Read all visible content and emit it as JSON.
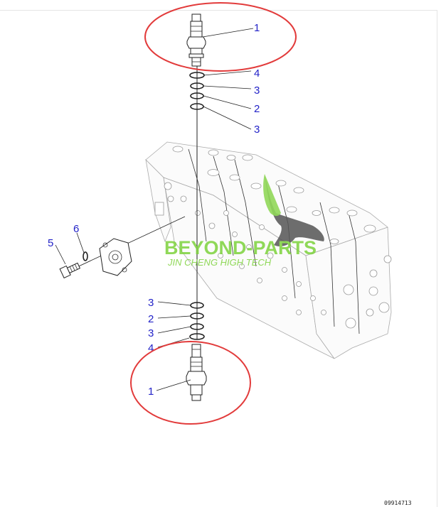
{
  "callouts": [
    {
      "id": "c1-top",
      "text": "1"
    },
    {
      "id": "c4-top",
      "text": "4"
    },
    {
      "id": "c3a-top",
      "text": "3"
    },
    {
      "id": "c2-top",
      "text": "2"
    },
    {
      "id": "c3b-top",
      "text": "3"
    },
    {
      "id": "c5",
      "text": "5"
    },
    {
      "id": "c6",
      "text": "6"
    },
    {
      "id": "c3a-bot",
      "text": "3"
    },
    {
      "id": "c2-bot",
      "text": "2"
    },
    {
      "id": "c3b-bot",
      "text": "3"
    },
    {
      "id": "c4-bot",
      "text": "4"
    },
    {
      "id": "c1-bot",
      "text": "1"
    }
  ],
  "watermark": {
    "brand": "BEYOND-PARTS",
    "subtitle": "JIN CHENG HIGH TECH",
    "color": "#7dd23c"
  },
  "figure_code": "09914713",
  "highlight_color": "#e23b3b",
  "callout_color": "#2323c8"
}
